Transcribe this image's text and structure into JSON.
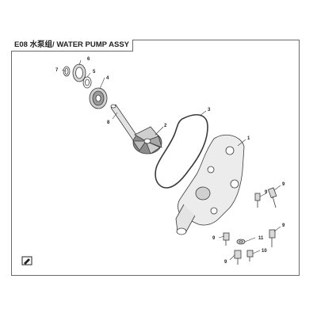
{
  "title": "E08 水泵组/ WATER PUMP ASSY",
  "callouts": [
    {
      "id": "1",
      "label": "1"
    },
    {
      "id": "2",
      "label": "2"
    },
    {
      "id": "3",
      "label": "3"
    },
    {
      "id": "4",
      "label": "4"
    },
    {
      "id": "5",
      "label": "5"
    },
    {
      "id": "6",
      "label": "6"
    },
    {
      "id": "7",
      "label": "7"
    },
    {
      "id": "8",
      "label": "8"
    },
    {
      "id": "9a",
      "label": "9"
    },
    {
      "id": "9b",
      "label": "9"
    },
    {
      "id": "9c",
      "label": "9"
    },
    {
      "id": "9d",
      "label": "9"
    },
    {
      "id": "9e",
      "label": "9"
    },
    {
      "id": "10",
      "label": "10"
    },
    {
      "id": "11",
      "label": "11"
    }
  ],
  "colors": {
    "line": "#3a3a3a",
    "fill": "#d9d9d9",
    "dark": "#7a7a7a"
  },
  "icons": {
    "orientation": "direction-arrow-icon"
  }
}
